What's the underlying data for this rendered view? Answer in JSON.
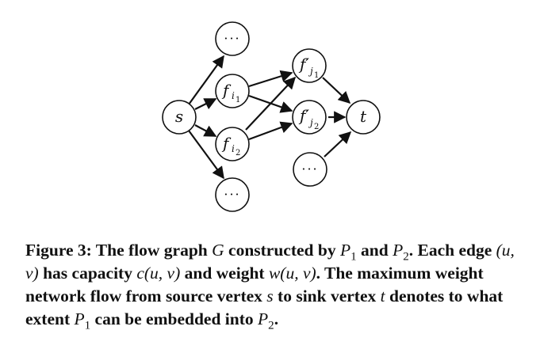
{
  "diagram": {
    "nodes": {
      "s": {
        "label": "s"
      },
      "top_dots": {
        "label": "···"
      },
      "fi1": {
        "label": "f",
        "sub": "i",
        "subsub": "1"
      },
      "fi2": {
        "label": "f",
        "sub": "i",
        "subsub": "2"
      },
      "bottom_dots": {
        "label": "···"
      },
      "fj1": {
        "label": "f′",
        "sub": "j",
        "subsub": "1"
      },
      "fj2": {
        "label": "f′",
        "sub": "j",
        "subsub": "2"
      },
      "right_dots": {
        "label": "···"
      },
      "t": {
        "label": "t"
      }
    }
  },
  "caption": {
    "figure_label": "Figure 3:",
    "segments": [
      {
        "t": " The flow graph ",
        "style": "b"
      },
      {
        "t": "G",
        "style": "m"
      },
      {
        "t": " constructed by ",
        "style": "b"
      },
      {
        "t": "P",
        "style": "m",
        "sub": "1"
      },
      {
        "t": " and ",
        "style": "b"
      },
      {
        "t": "P",
        "style": "m",
        "sub": "2"
      },
      {
        "t": ". Each edge ",
        "style": "b"
      },
      {
        "t": "(u, v)",
        "style": "m"
      },
      {
        "t": " has capacity ",
        "style": "b"
      },
      {
        "t": "c(u, v)",
        "style": "m"
      },
      {
        "t": " and weight ",
        "style": "b"
      },
      {
        "t": "w(u, v)",
        "style": "m"
      },
      {
        "t": ". The maximum weight network flow from source vertex ",
        "style": "b"
      },
      {
        "t": "s",
        "style": "m"
      },
      {
        "t": " to sink vertex ",
        "style": "b"
      },
      {
        "t": "t",
        "style": "m"
      },
      {
        "t": " denotes to what extent ",
        "style": "b"
      },
      {
        "t": "P",
        "style": "m",
        "sub": "1"
      },
      {
        "t": " can be embedded into ",
        "style": "b"
      },
      {
        "t": "P",
        "style": "m",
        "sub": "2"
      },
      {
        "t": ".",
        "style": "b"
      }
    ]
  }
}
